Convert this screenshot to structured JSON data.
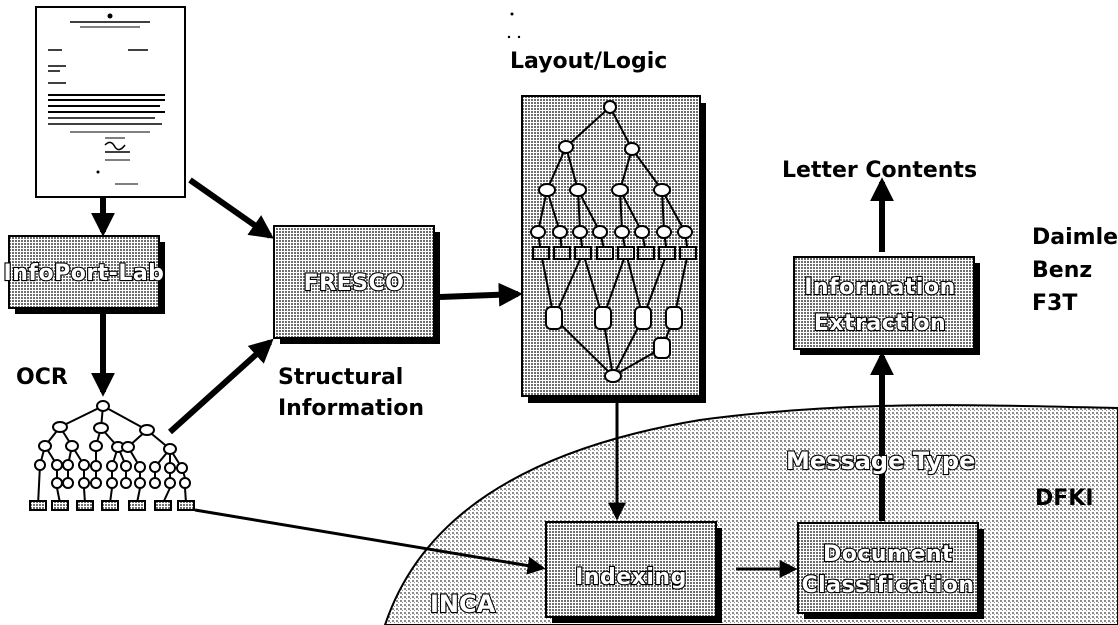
{
  "labels": {
    "layout_logic": "Layout/Logic",
    "letter_contents": "Letter Contents",
    "daimler_line1": "Daimler-",
    "daimler_line2": "Benz",
    "daimler_line3": "F3T",
    "infoport_lab": "InfoPort-Lab",
    "fresco": "FRESCO",
    "ocr": "OCR",
    "structural_line1": "Structural",
    "structural_line2": "Information",
    "information_line1": "Information",
    "information_line2": "Extraction",
    "message_type": "Message Type",
    "dfki": "DFKI",
    "indexing": "Indexing",
    "doc_class_line1": "Document",
    "doc_class_line2": "Classification",
    "inca": "INCA"
  },
  "colors": {
    "hatch_box": "#a6a6a6",
    "dfki_region": "#b9b9b9",
    "ink": "#000000"
  }
}
